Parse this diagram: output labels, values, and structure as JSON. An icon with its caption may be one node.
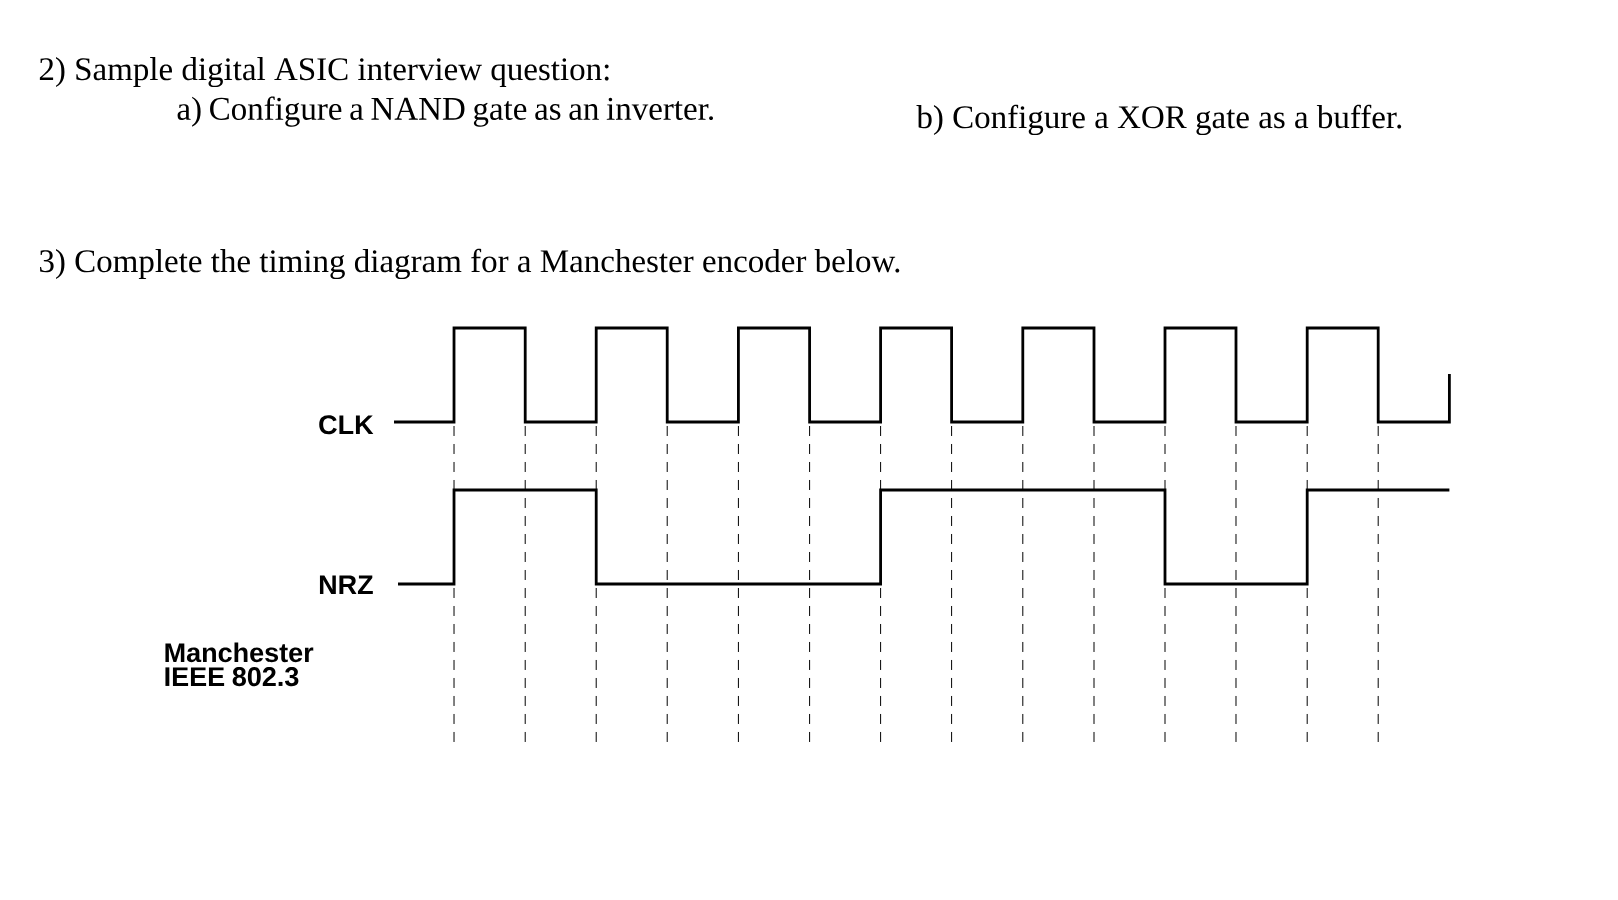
{
  "diagram": {
    "labels": [
      "2) Sample digital ASIC interview question:",
      "a) Configure a NAND gate as an inverter.",
      "b) Configure a XOR gate as a buffer.",
      "3) Complete the timing diagram for a Manchester encoder below.",
      "CLK",
      "NRZ",
      "Manchester IEEE 802.3"
    ]
  }
}
